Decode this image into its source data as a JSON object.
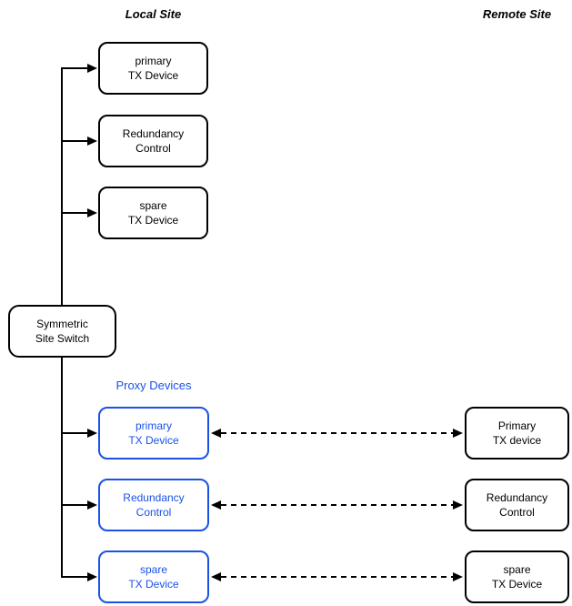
{
  "diagram": {
    "local_site_title": "Local Site",
    "remote_site_title": "Remote Site",
    "proxy_label": "Proxy Devices",
    "switch": {
      "line1": "Symmetric",
      "line2": "Site Switch"
    },
    "local_devices": [
      {
        "line1": "primary",
        "line2": "TX Device"
      },
      {
        "line1": "Redundancy",
        "line2": "Control"
      },
      {
        "line1": "spare",
        "line2": "TX Device"
      }
    ],
    "proxy_devices": [
      {
        "line1": "primary",
        "line2": "TX Device"
      },
      {
        "line1": "Redundancy",
        "line2": "Control"
      },
      {
        "line1": "spare",
        "line2": "TX Device"
      }
    ],
    "remote_devices": [
      {
        "line1": "Primary",
        "line2": "TX device"
      },
      {
        "line1": "Redundancy",
        "line2": "Control"
      },
      {
        "line1": "spare",
        "line2": "TX Device"
      }
    ]
  },
  "colors": {
    "accent_blue": "#1A52E8",
    "line_black": "#000000"
  }
}
